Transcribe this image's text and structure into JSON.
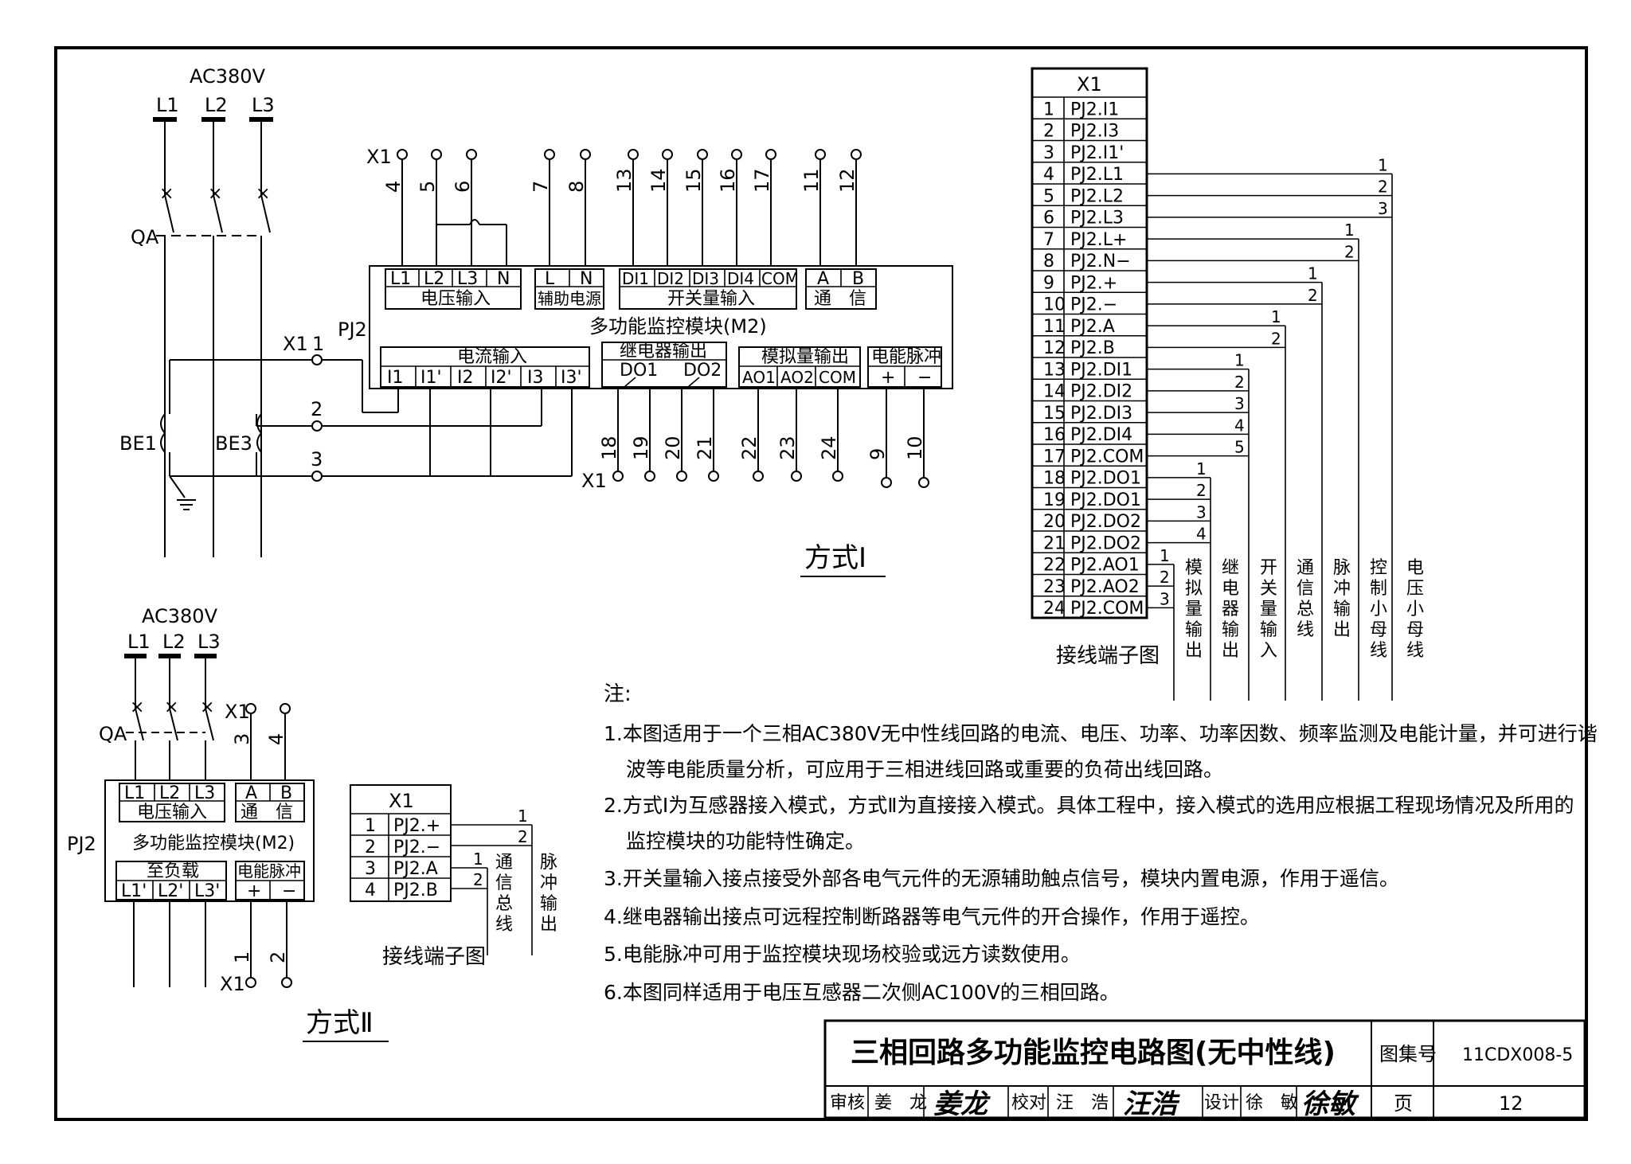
{
  "mode1": {
    "source_label": "AC380V",
    "phases": [
      "L1",
      "L2",
      "L3"
    ],
    "breaker_label": "QA",
    "module_label": "PJ2",
    "module_name": "多功能监控模块(M2)",
    "x1_label": "X1",
    "cts": [
      "BE1",
      "BE3"
    ],
    "current_terms": [
      "1",
      "2",
      "3"
    ],
    "top_terms": [
      "4",
      "5",
      "6",
      "7",
      "8",
      "13",
      "14",
      "15",
      "16",
      "17",
      "11",
      "12"
    ],
    "bottom_terms": [
      "18",
      "19",
      "20",
      "21",
      "22",
      "23",
      "24",
      "9",
      "10"
    ],
    "voltage_cells": [
      "L1",
      "L2",
      "L3",
      "N"
    ],
    "voltage_title": "电压输入",
    "aux_cells": [
      "L",
      "N"
    ],
    "aux_title": "辅助电源",
    "di_cells": [
      "DI1",
      "DI2",
      "DI3",
      "DI4",
      "COM"
    ],
    "di_title": "开关量输入",
    "comm_cells": [
      "A",
      "B"
    ],
    "comm_title": "通　信",
    "current_title": "电流输入",
    "current_cells": [
      "I1",
      "I1'",
      "I2",
      "I2'",
      "I3",
      "I3'"
    ],
    "relay_title": "继电器输出",
    "relay_cells": [
      "DO1",
      "DO2"
    ],
    "analog_title": "模拟量输出",
    "analog_cells": [
      "AO1",
      "AO2",
      "COM"
    ],
    "pulse_title": "电能脉冲",
    "pulse_cells": [
      "+",
      "−"
    ],
    "caption": "方式Ⅰ"
  },
  "terminal_table1": {
    "header": "X1",
    "rows": [
      [
        "1",
        "PJ2.I1"
      ],
      [
        "2",
        "PJ2.I3"
      ],
      [
        "3",
        "PJ2.I1'"
      ],
      [
        "4",
        "PJ2.L1"
      ],
      [
        "5",
        "PJ2.L2"
      ],
      [
        "6",
        "PJ2.L3"
      ],
      [
        "7",
        "PJ2.L+"
      ],
      [
        "8",
        "PJ2.N−"
      ],
      [
        "9",
        "PJ2.+"
      ],
      [
        "10",
        "PJ2.−"
      ],
      [
        "11",
        "PJ2.A"
      ],
      [
        "12",
        "PJ2.B"
      ],
      [
        "13",
        "PJ2.DI1"
      ],
      [
        "14",
        "PJ2.DI2"
      ],
      [
        "15",
        "PJ2.DI3"
      ],
      [
        "16",
        "PJ2.DI4"
      ],
      [
        "17",
        "PJ2.COM"
      ],
      [
        "18",
        "PJ2.DO1"
      ],
      [
        "19",
        "PJ2.DO1"
      ],
      [
        "20",
        "PJ2.DO2"
      ],
      [
        "21",
        "PJ2.DO2"
      ],
      [
        "22",
        "PJ2.AO1"
      ],
      [
        "23",
        "PJ2.AO2"
      ],
      [
        "24",
        "PJ2.COM"
      ]
    ],
    "bus_labels": [
      "模拟量输出",
      "继电器输出",
      "开关量输入",
      "通信总线",
      "脉冲输出",
      "控制小母线",
      "电压小母线"
    ],
    "caption": "接线端子图"
  },
  "mode2": {
    "source_label": "AC380V",
    "phases": [
      "L1",
      "L2",
      "L3"
    ],
    "breaker_label": "QA",
    "module_label": "PJ2",
    "module_name": "多功能监控模块(M2)",
    "x1_label": "X1",
    "top_terms": [
      "3",
      "4"
    ],
    "bottom_terms": [
      "1",
      "2"
    ],
    "voltage_cells": [
      "L1",
      "L2",
      "L3"
    ],
    "voltage_title": "电压输入",
    "comm_cells": [
      "A",
      "B"
    ],
    "comm_title": "通　信",
    "load_title": "至负载",
    "load_cells": [
      "L1'",
      "L2'",
      "L3'"
    ],
    "pulse_title": "电能脉冲",
    "pulse_cells": [
      "+",
      "−"
    ],
    "caption": "方式Ⅱ"
  },
  "terminal_table2": {
    "header": "X1",
    "rows": [
      [
        "1",
        "PJ2.+"
      ],
      [
        "2",
        "PJ2.−"
      ],
      [
        "3",
        "PJ2.A"
      ],
      [
        "4",
        "PJ2.B"
      ]
    ],
    "bus_labels": [
      "通信总线",
      "脉冲输出"
    ],
    "caption": "接线端子图"
  },
  "notes": {
    "heading": "注:",
    "lines": [
      "1.本图适用于一个三相AC380V无中性线回路的电流、电压、功率、功率因数、频率监测及电能计量，并可进行谐",
      "波等电能质量分析，可应用于三相进线回路或重要的负荷出线回路。",
      "2.方式Ⅰ为互感器接入模式，方式Ⅱ为直接接入模式。具体工程中，接入模式的选用应根据工程现场情况及所用的",
      "监控模块的功能特性确定。",
      "3.开关量输入接点接受外部各电气元件的无源辅助触点信号，模块内置电源，作用于遥信。",
      "4.继电器输出接点可远程控制断路器等电气元件的开合操作，作用于遥控。",
      "5.电能脉冲可用于监控模块现场校验或远方读数使用。",
      "6.本图同样适用于电压互感器二次侧AC100V的三相回路。"
    ]
  },
  "title_block": {
    "title": "三相回路多功能监控电路图(无中性线)",
    "atlas_label": "图集号",
    "atlas_no": "11CDX008-5",
    "page_label": "页",
    "page_no": "12",
    "review_label": "审核",
    "reviewer": "姜　龙",
    "check_label": "校对",
    "checker": "汪　浩",
    "design_label": "设计",
    "designer": "徐　敏"
  }
}
